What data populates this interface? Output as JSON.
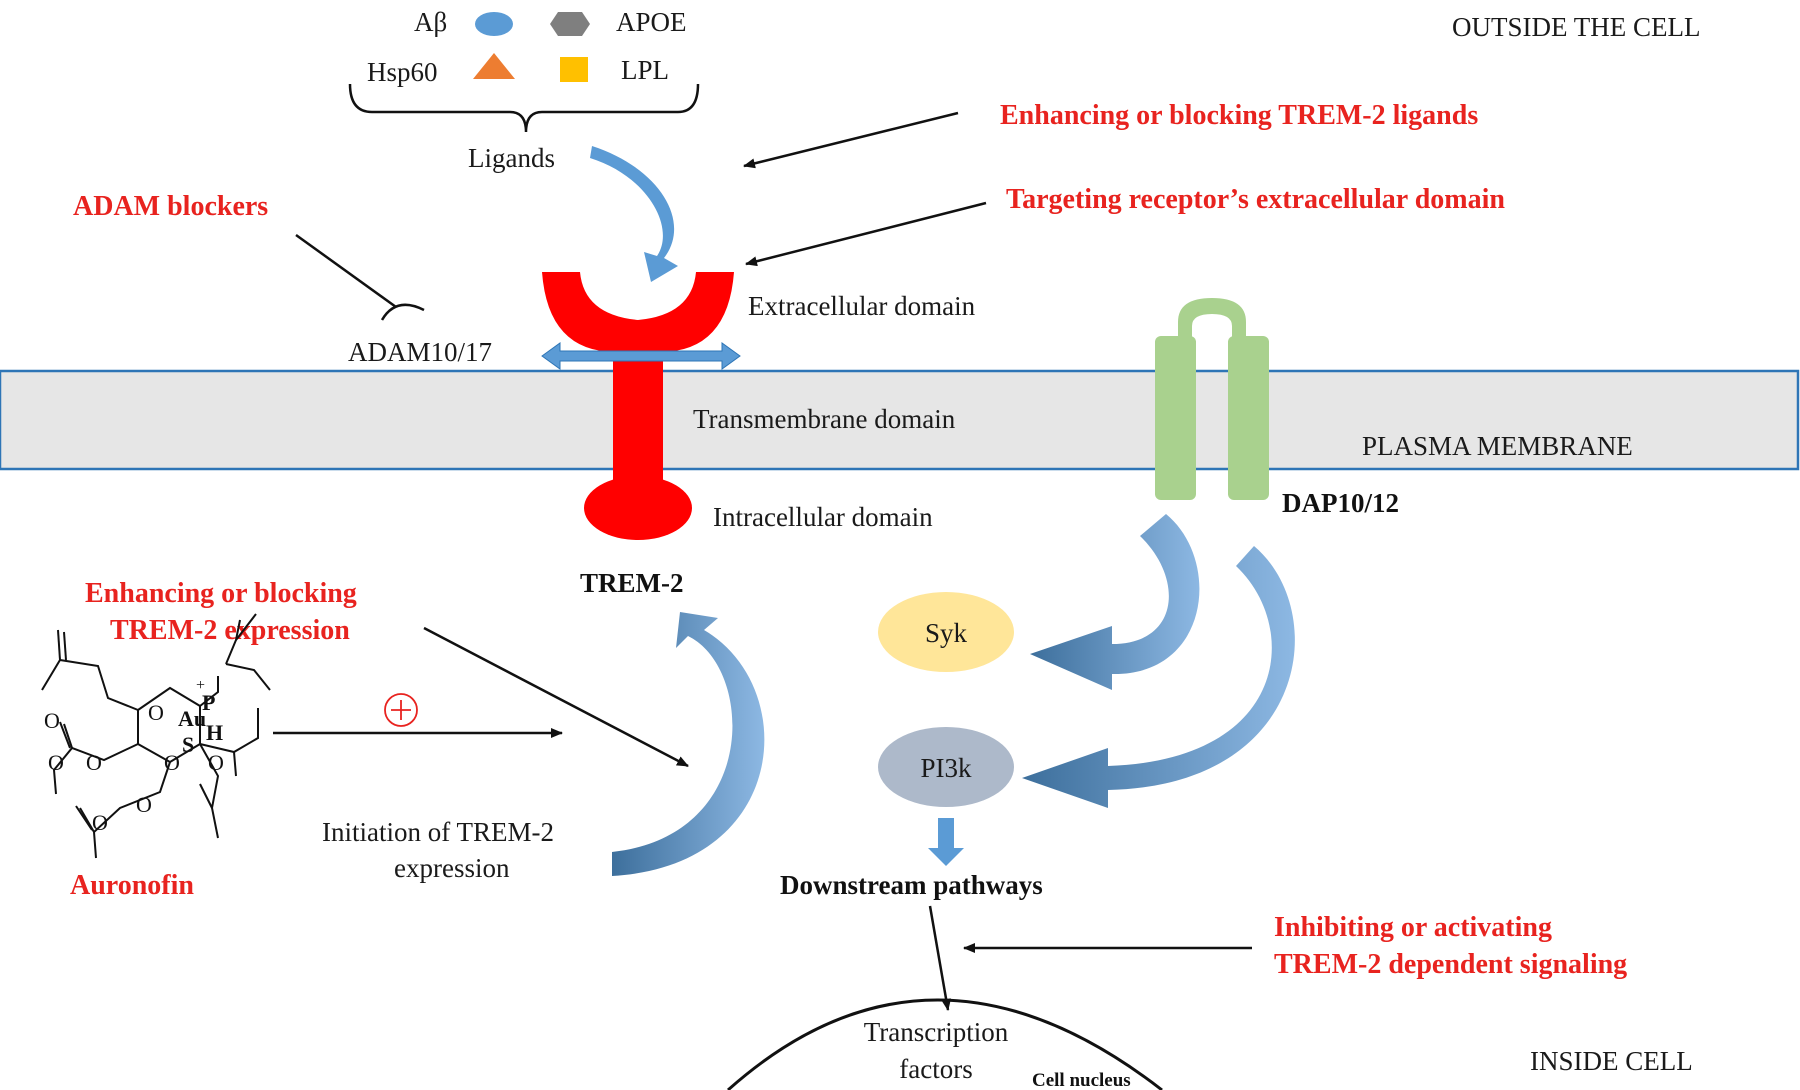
{
  "regions": {
    "outside": "OUTSIDE THE CELL",
    "membrane": "PLASMA MEMBRANE",
    "inside": "INSIDE CELL"
  },
  "legend": {
    "abeta": "Aβ",
    "apoe": "APOE",
    "hsp60": "Hsp60",
    "lpl": "LPL",
    "ligands": "Ligands"
  },
  "trem2": {
    "name": "TREM-2",
    "extracellular": "Extracellular domain",
    "transmembrane": "Transmembrane domain",
    "intracellular": "Intracellular domain"
  },
  "adam": {
    "label": "ADAM10/17",
    "blockers": "ADAM blockers"
  },
  "dap": {
    "label": "DAP10/12"
  },
  "signaling": {
    "syk": "Syk",
    "pi3k": "PI3k",
    "downstream": "Downstream pathways",
    "transcription_line1": "Transcription",
    "transcription_line2": "factors",
    "nucleus": "Cell nucleus"
  },
  "expression": {
    "line1": "Initiation of TREM-2",
    "line2": "expression"
  },
  "strategies": {
    "ligands": "Enhancing or blocking TREM-2 ligands",
    "extracellular": "Targeting receptor’s extracellular domain",
    "expression_line1": "Enhancing or blocking",
    "expression_line2": "TREM-2 expression",
    "signaling_line1": "Inhibiting or activating",
    "signaling_line2": "TREM-2 dependent signaling"
  },
  "drug": {
    "name": "Auronofin",
    "atoms": {
      "o": "O",
      "p": "P",
      "plus": "+",
      "au": "Au",
      "h": "H",
      "s": "S"
    }
  },
  "colors": {
    "strategy_red": "#e8231f",
    "trem2_red": "#ff0000",
    "membrane_fill": "#e6e6e6",
    "membrane_border": "#2e75b6",
    "arrow_blue": "#5b9bd5",
    "dap_green": "#a9d18e",
    "syk_yellow": "#ffe699",
    "pi3k_grey": "#adb9ca",
    "abeta_blue": "#5b9bd5",
    "apoe_grey": "#7f7f7f",
    "hsp60_orange": "#ed7d31",
    "lpl_yellow": "#ffc000"
  }
}
